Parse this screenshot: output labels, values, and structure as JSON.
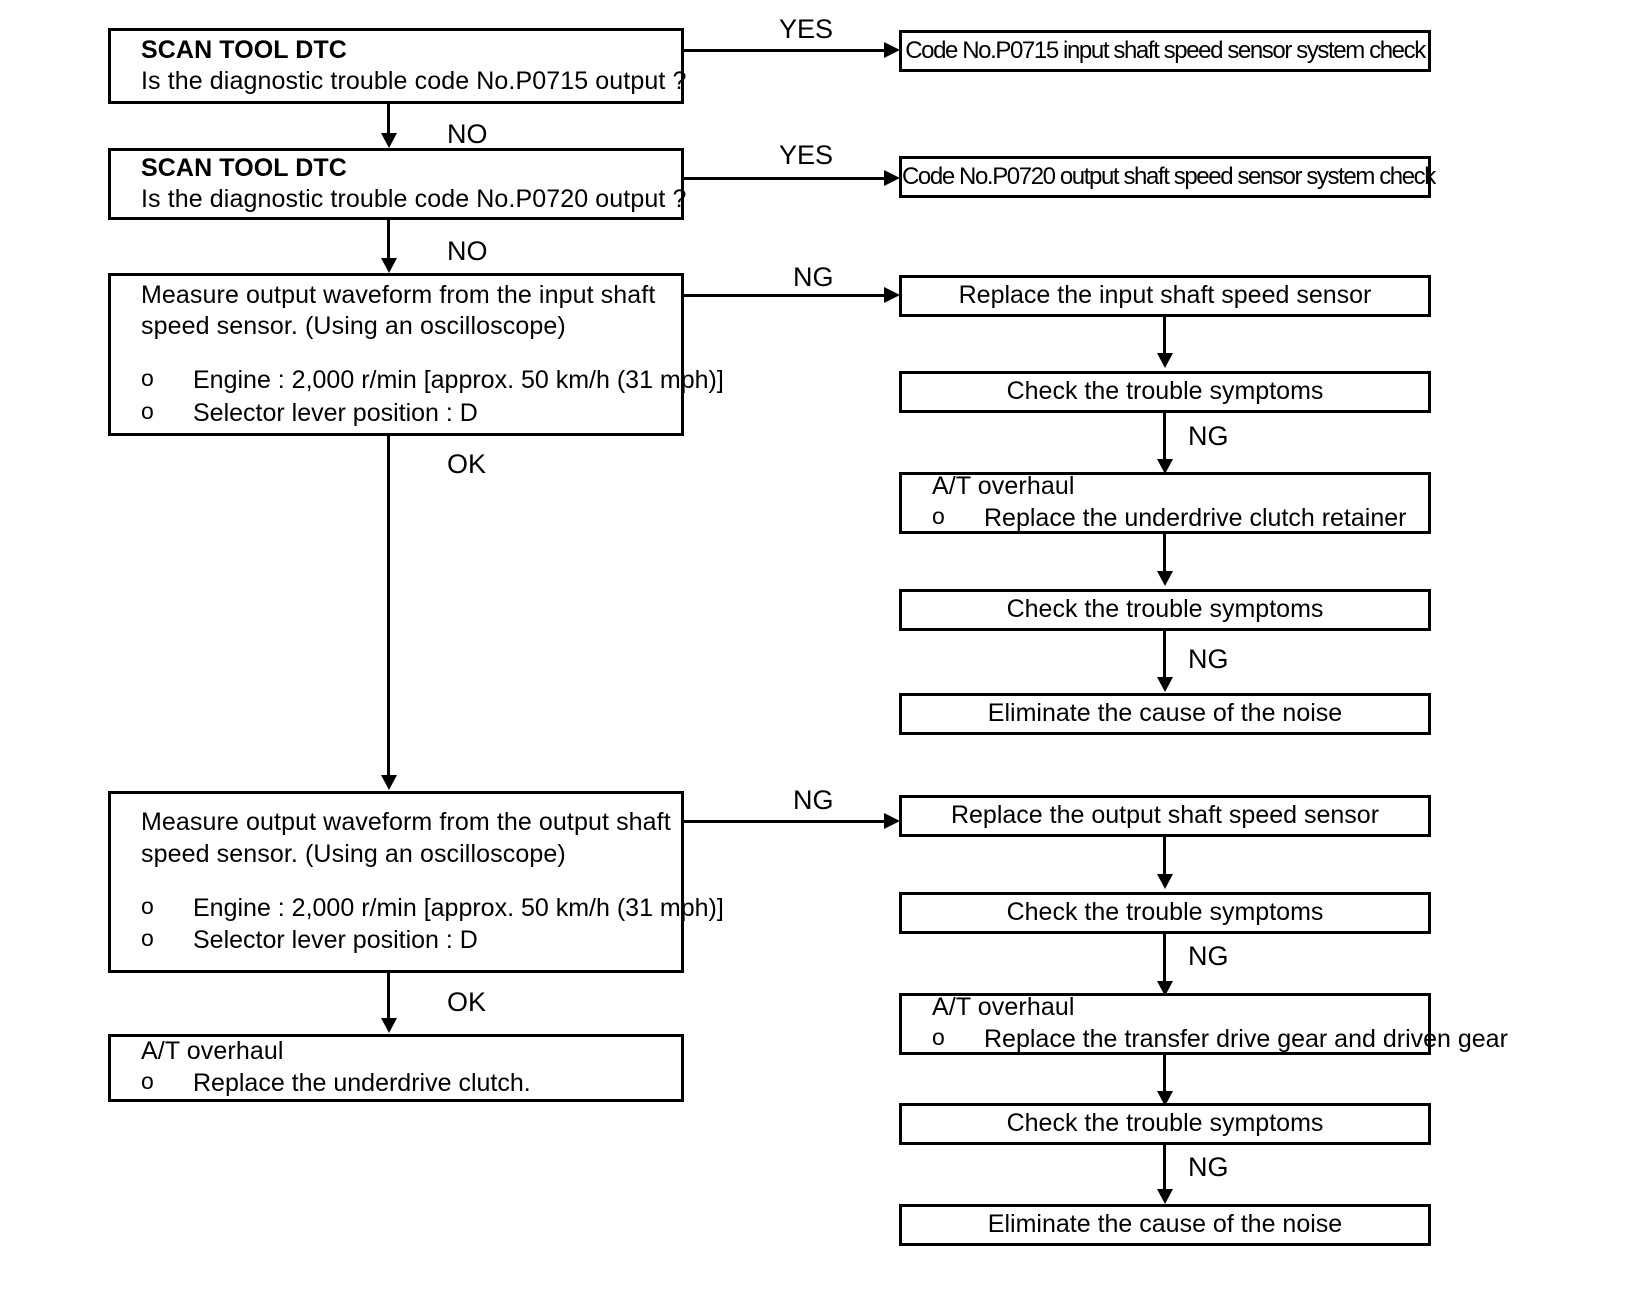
{
  "diagram": {
    "title": "A/T noise diagnostic flowchart",
    "labels": {
      "yes": "YES",
      "no": "NO",
      "ok": "OK",
      "ng": "NG"
    },
    "bullet_marker": "o",
    "nodes": {
      "scan_dtc_p0715": {
        "heading": "SCAN TOOL DTC",
        "question": "Is the diagnostic trouble code No.P0715 output ?"
      },
      "scan_dtc_p0720": {
        "heading": "SCAN TOOL DTC",
        "question": "Is the diagnostic trouble code No.P0720 output ?"
      },
      "check_p0715": "Code No.P0715 input shaft speed sensor system check",
      "check_p0720": "Code No.P0720 output shaft speed sensor system check",
      "measure_input": {
        "line1": "Measure output waveform from the input shaft",
        "line2": "speed sensor. (Using an oscilloscope)",
        "bullets": [
          "Engine : 2,000 r/min [approx. 50 km/h (31 mph)]",
          "Selector lever position : D"
        ]
      },
      "measure_output": {
        "line1": "Measure output waveform from the output shaft",
        "line2": "speed sensor. (Using an oscilloscope)",
        "bullets": [
          "Engine : 2,000 r/min [approx. 50 km/h (31 mph)]",
          "Selector lever position : D"
        ]
      },
      "replace_input_sensor": "Replace the input shaft speed sensor",
      "replace_output_sensor": "Replace the output shaft speed sensor",
      "check_symptoms_1": "Check the trouble symptoms",
      "check_symptoms_2": "Check the trouble symptoms",
      "check_symptoms_3": "Check the trouble symptoms",
      "check_symptoms_4": "Check the trouble symptoms",
      "at_overhaul_retainer": {
        "heading": "A/T overhaul",
        "bullet": "Replace the underdrive clutch retainer"
      },
      "at_overhaul_transfer": {
        "heading": "A/T overhaul",
        "bullet": "Replace the transfer drive gear and driven gear"
      },
      "at_overhaul_clutch": {
        "heading": "A/T overhaul",
        "bullet": "Replace the underdrive clutch."
      },
      "eliminate_noise_1": "Eliminate the cause of the noise",
      "eliminate_noise_2": "Eliminate the cause of the noise"
    }
  }
}
